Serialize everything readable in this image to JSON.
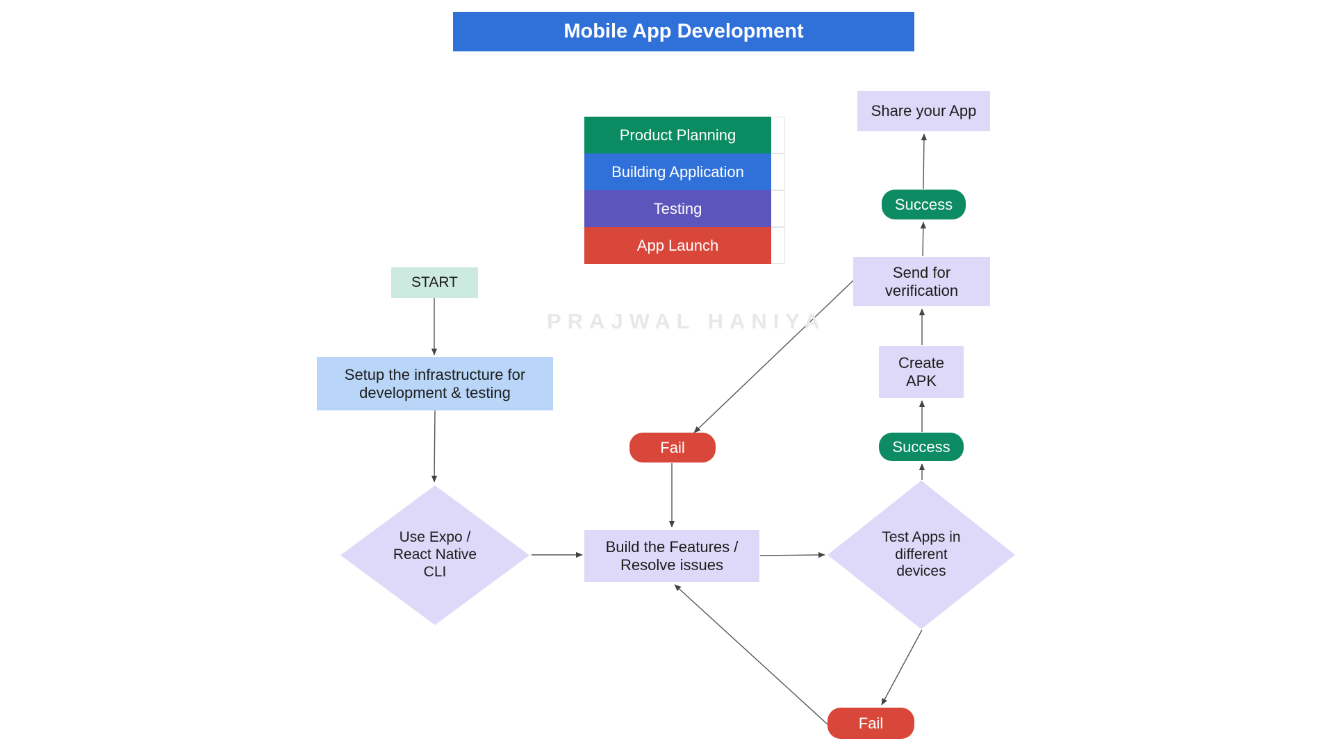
{
  "title": {
    "label": "Mobile App Development"
  },
  "watermark": {
    "label": "PRAJWAL HANIYA"
  },
  "legend": {
    "items": [
      {
        "label": "Product Planning",
        "color": "#0b8b61"
      },
      {
        "label": "Building Application",
        "color": "#3071d9"
      },
      {
        "label": "Testing",
        "color": "#5c55bb"
      },
      {
        "label": "App Launch",
        "color": "#d8473a"
      }
    ]
  },
  "colors": {
    "title_bar": "#3071d9",
    "success": "#0d8b63",
    "fail": "#d8473a",
    "start_node": "#cdeae1",
    "setup_node": "#b9d6f8",
    "lavender_node": "#ded9f8",
    "connector": "#555555"
  },
  "nodes": {
    "start": {
      "label": "START"
    },
    "setup": {
      "label": "Setup the infrastructure for\ndevelopment & testing"
    },
    "use_expo": {
      "label": "Use Expo /\nReact Native\nCLI"
    },
    "build": {
      "label": "Build the Features /\nResolve issues"
    },
    "fail_mid": {
      "label": "Fail"
    },
    "test_apps": {
      "label": "Test Apps in\ndifferent\ndevices"
    },
    "fail_bottom": {
      "label": "Fail"
    },
    "success_lower": {
      "label": "Success"
    },
    "create_apk": {
      "label": "Create\nAPK"
    },
    "send_verification": {
      "label": "Send for\nverification"
    },
    "success_top": {
      "label": "Success"
    },
    "share_app": {
      "label": "Share your App"
    }
  }
}
